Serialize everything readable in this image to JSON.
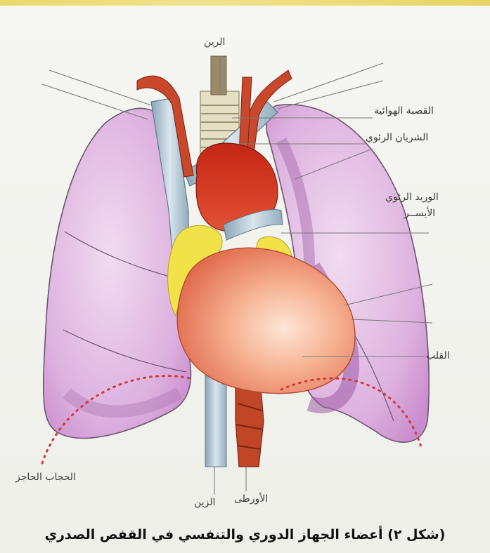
{
  "colors": {
    "lung": "#d9a7dd",
    "lung_edge": "#6b5470",
    "heart_ventricle": "#f3a483",
    "heart_top": "#d8321f",
    "artery": "#c94a2b",
    "vein": "#b6cbd8",
    "fat": "#f2e34a",
    "trachea": "#e7e2c8",
    "diaphragm": "#d23a3a"
  },
  "labels": {
    "trachea_top": "الرين",
    "windpipe": "القصبة الهوائية",
    "pulmonary_artery": "الشريان الرئوي",
    "pulmonary_vein_line1": "الوريد الرئوي",
    "pulmonary_vein_line2": "الأيســر",
    "heart": "القلب",
    "diaphragm": "الحجاب الحاجز",
    "vena_cava": "الزين",
    "aorta": "الأورطى"
  },
  "caption": "(شكل ٢) أعضاء الجهاز الدوري والتنفسي في القفص الصدري"
}
